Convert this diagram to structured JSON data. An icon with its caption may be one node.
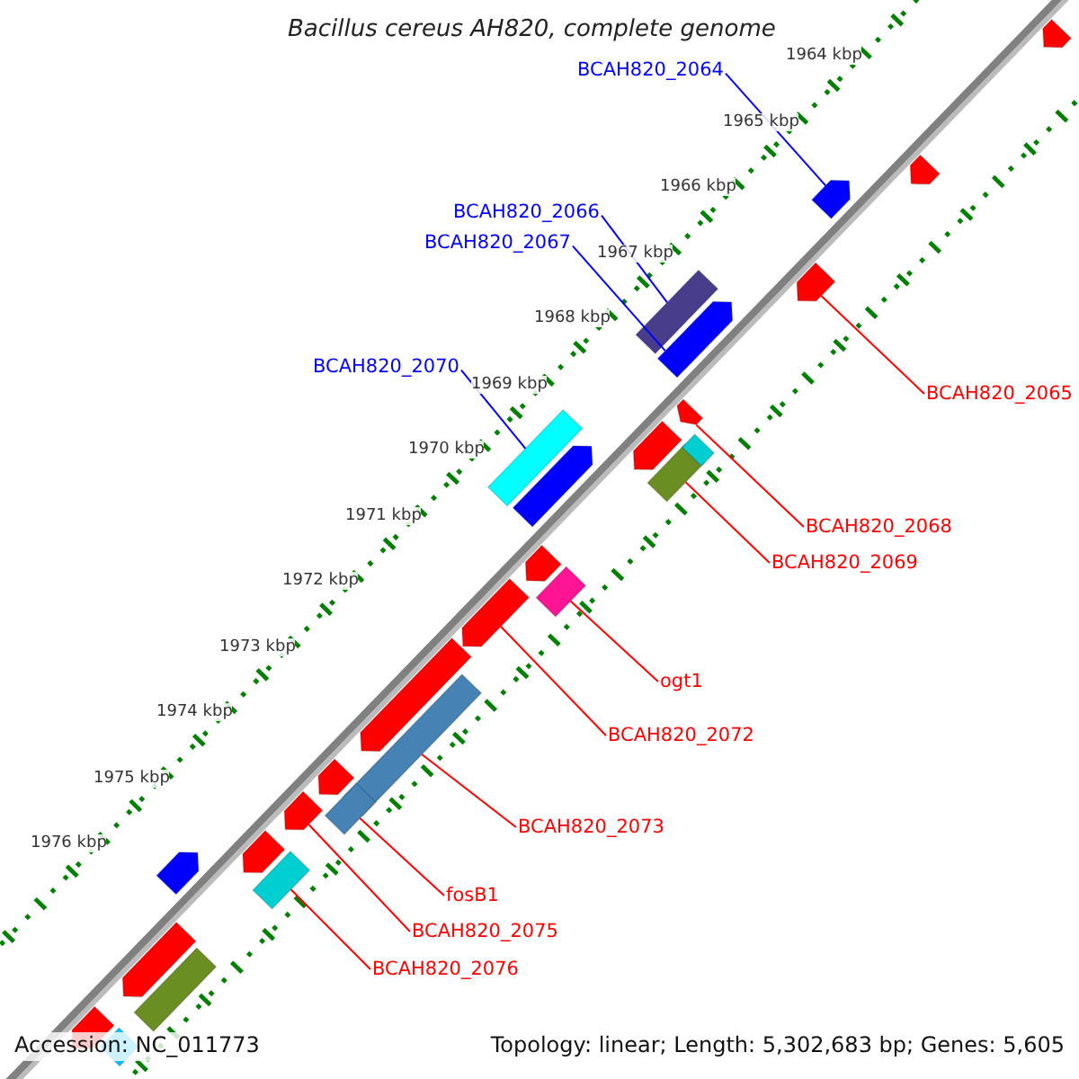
{
  "diagram": {
    "title": "Bacillus cereus AH820, complete genome",
    "nodes": [
      {
        "text": [
          "BCAH820_2064"
        ]
      },
      {
        "text": [],
        "shape": "bar"
      },
      {
        "text": [
          "BCAH820_2066"
        ]
      },
      {
        "text": [],
        "shape": "bar"
      },
      {
        "text": [
          "BCAH820_2067"
        ]
      },
      {
        "text": [],
        "shape": "bar"
      },
      {
        "text": [
          "BCAH820_2070"
        ]
      },
      {
        "text": [],
        "shape": "bar"
      },
      {
        "text": [
          "BCAH820_2065"
        ]
      },
      {
        "text": [],
        "shape": "bar"
      },
      {
        "text": [
          "BCAH820_2068"
        ]
      },
      {
        "text": [],
        "shape": "bar"
      },
      {
        "text": [
          "BCAH820_2069"
        ]
      },
      {
        "text": [],
        "shape": "bar"
      },
      {
        "text": [
          "ogt1"
        ]
      },
      {
        "text": [],
        "shape": "bar"
      },
      {
        "text": [
          "BCAH820_2072"
        ]
      },
      {
        "text": [],
        "shape": "bar"
      },
      {
        "text": [
          "BCAH820_2073"
        ]
      },
      {
        "text": [],
        "shape": "bar"
      },
      {
        "text": [
          "fosB1"
        ]
      },
      {
        "text": [],
        "shape": "bar"
      },
      {
        "text": [
          "BCAH820_2075"
        ]
      },
      {
        "text": [],
        "shape": "bar"
      },
      {
        "text": [
          "BCAH820_2076"
        ]
      },
      {
        "text": [],
        "shape": "bar"
      },
      {
        "text": [],
        "shape": "bar"
      },
      {
        "text": [],
        "shape": "bar"
      },
      {
        "text": [],
        "shape": "bar"
      },
      {
        "text": [],
        "shape": "bar"
      },
      {
        "text": [],
        "shape": "bar"
      },
      {
        "text": [],
        "shape": "bar"
      },
      {
        "text": [],
        "shape": "bar"
      },
      {
        "text": [],
        "shape": "bar"
      },
      {
        "text": [],
        "shape": "bar"
      },
      {
        "text": [],
        "shape": "bar"
      },
      {
        "text": [],
        "shape": "bar"
      },
      {
        "text": [],
        "shape": "bar"
      },
      {
        "text": [],
        "shape": "bar"
      },
      {
        "text": [],
        "shape": "bar"
      },
      {
        "text": [],
        "shape": "bar"
      }
    ],
    "edges": [
      {
        "from": 0,
        "to": 1,
        "arrow": "none",
        "color": "#0000ff"
      },
      {
        "from": 2,
        "to": 3,
        "arrow": "none",
        "color": "#0000ff"
      },
      {
        "from": 4,
        "to": 5,
        "arrow": "none",
        "color": "#0000ff"
      },
      {
        "from": 6,
        "to": 7,
        "arrow": "none",
        "color": "#0000ff"
      },
      {
        "from": 8,
        "to": 9,
        "arrow": "none"
      },
      {
        "from": 10,
        "to": 11,
        "arrow": "none"
      },
      {
        "from": 12,
        "to": 13,
        "arrow": "none"
      },
      {
        "from": 14,
        "to": 15,
        "arrow": "none"
      },
      {
        "from": 16,
        "to": 17,
        "arrow": "none"
      },
      {
        "from": 18,
        "to": 19,
        "arrow": "none"
      },
      {
        "from": 20,
        "to": 21,
        "arrow": "none"
      },
      {
        "from": 22,
        "to": 23,
        "arrow": "none"
      },
      {
        "from": 24,
        "to": 25,
        "arrow": "none"
      }
    ],
    "labels": [
      "1964 kbp",
      "1965 kbp",
      "1966 kbp",
      "1967 kbp",
      "1968 kbp",
      "1969 kbp",
      "1970 kbp",
      "1971 kbp",
      "1972 kbp",
      "1973 kbp",
      "1974 kbp",
      "1975 kbp",
      "1976 kbp",
      "Accession: NC_011773",
      "Topology: linear; Length: 5,302,683 bp; Genes: 5,605"
    ]
  }
}
